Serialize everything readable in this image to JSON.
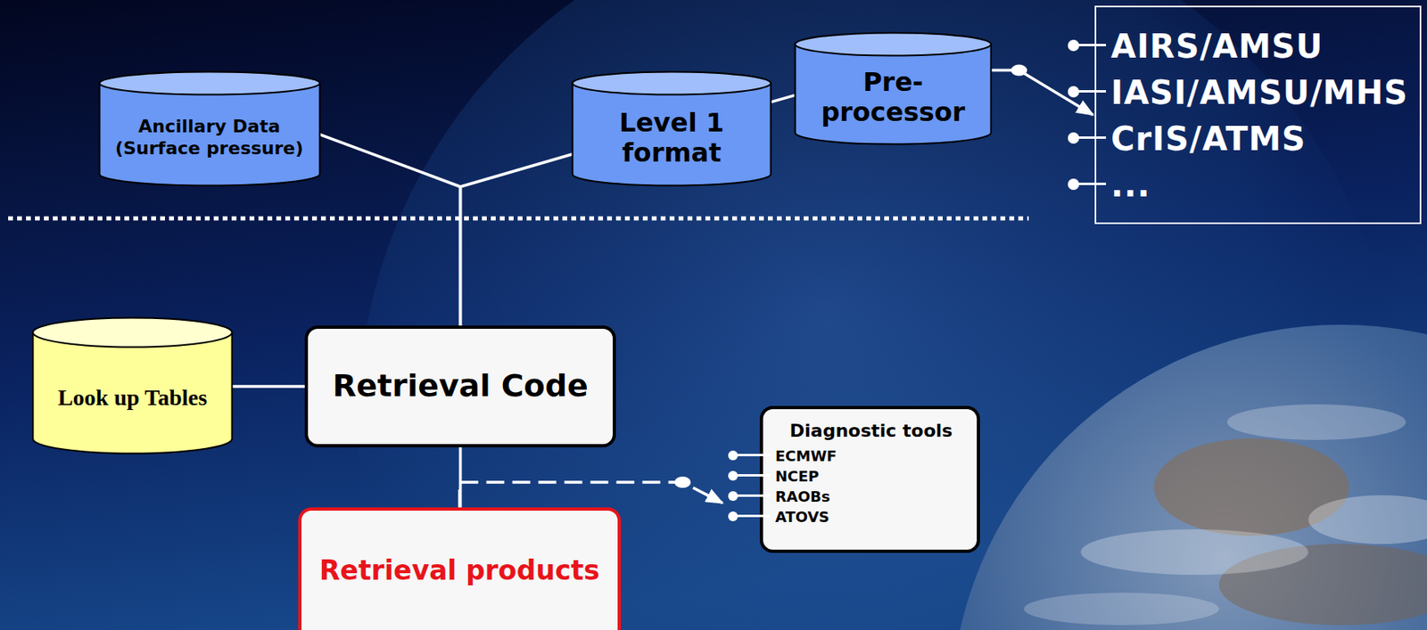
{
  "diagram": {
    "nodes": [
      {
        "text": [
          "Ancillary Data (Surface pressure)"
        ]
      },
      {
        "text": [
          "Level 1 format"
        ]
      },
      {
        "text": [
          "Pre- processor"
        ]
      },
      {
        "text": [
          "AIRS/AMSU",
          "IASI/AMSU/MHS",
          "CrIS/ATMS",
          "..."
        ]
      },
      {
        "text": [
          "Look up Tables"
        ]
      },
      {
        "text": [
          "Retrieval Code"
        ]
      },
      {
        "text": [
          "Diagnostic tools",
          "ECMWF",
          "NCEP",
          "RAOBs",
          "ATOVS"
        ]
      },
      {
        "text": [
          "Retrieval products"
        ]
      }
    ],
    "edges": [
      {
        "from": 1,
        "to": 2,
        "arrow": "none"
      },
      {
        "from": 2,
        "to": 3,
        "arrow": "to"
      },
      {
        "from": 0,
        "to": 5,
        "arrow": "none"
      },
      {
        "from": 1,
        "to": 5,
        "arrow": "none"
      },
      {
        "from": 4,
        "to": 5,
        "arrow": "none"
      },
      {
        "from": 5,
        "to": 7,
        "arrow": "none"
      },
      {
        "from": 7,
        "to": 6,
        "arrow": "to"
      }
    ]
  }
}
